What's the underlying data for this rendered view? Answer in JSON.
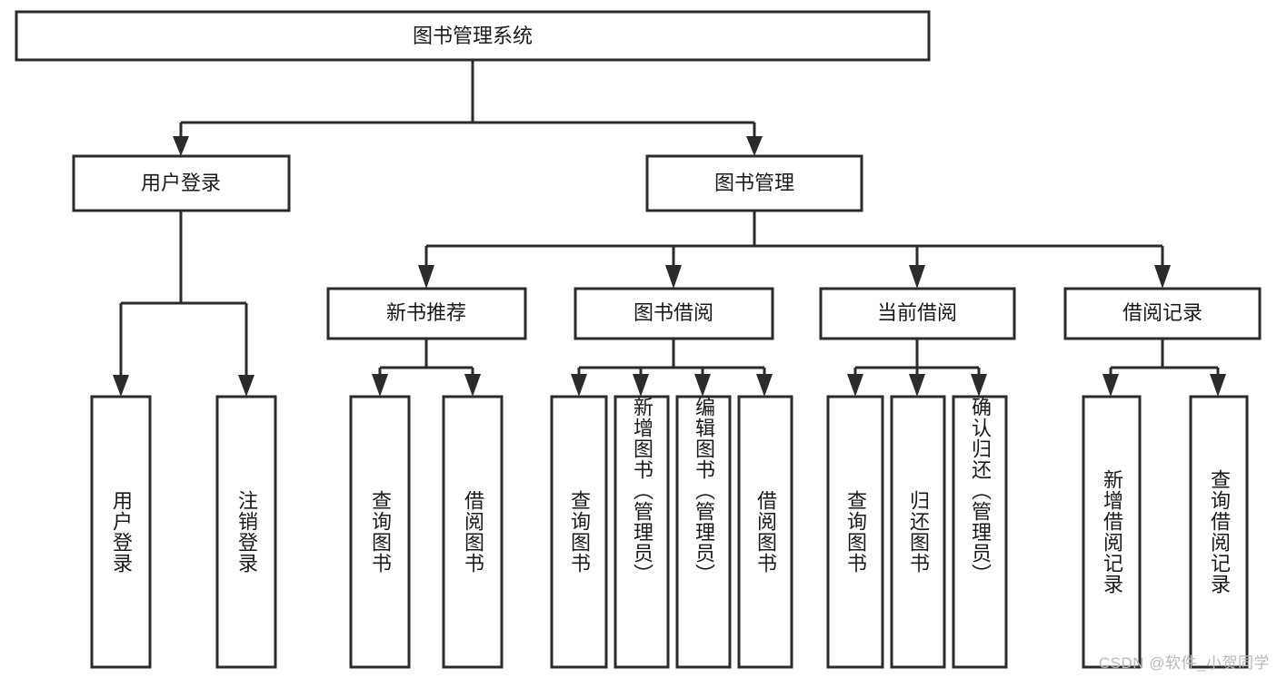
{
  "diagram": {
    "title_node": {
      "label": "图书管理系统"
    },
    "colors": {
      "stroke": "#2b2b2b",
      "box_fill": "#ffffff",
      "text": "#1a1a1a",
      "background": "#ffffff",
      "watermark": "#b9b9b9"
    },
    "level2": [
      {
        "id": "user-login",
        "label": "用户登录"
      },
      {
        "id": "book-management",
        "label": "图书管理"
      }
    ],
    "level3": [
      {
        "id": "new-book-recommend",
        "label": "新书推荐"
      },
      {
        "id": "book-borrow",
        "label": "图书借阅"
      },
      {
        "id": "current-borrow",
        "label": "当前借阅"
      },
      {
        "id": "borrow-record",
        "label": "借阅记录"
      }
    ],
    "leaves": {
      "user_login": [
        {
          "id": "leaf-user-login",
          "label": "用户登录"
        },
        {
          "id": "leaf-logout-login",
          "label": "注销登录"
        }
      ],
      "new_book_recommend": [
        {
          "id": "leaf-query-book-1",
          "label": "查询图书"
        },
        {
          "id": "leaf-borrow-book-1",
          "label": "借阅图书"
        }
      ],
      "book_borrow": [
        {
          "id": "leaf-query-book-2",
          "label": "查询图书"
        },
        {
          "id": "leaf-add-book",
          "label": "新增图书（管理员）"
        },
        {
          "id": "leaf-edit-book",
          "label": "编辑图书（管理员）"
        },
        {
          "id": "leaf-borrow-book-2",
          "label": "借阅图书"
        }
      ],
      "current_borrow": [
        {
          "id": "leaf-query-book-3",
          "label": "查询图书"
        },
        {
          "id": "leaf-return-book",
          "label": "归还图书"
        },
        {
          "id": "leaf-confirm-return",
          "label": "确认归还（管理员）"
        }
      ],
      "borrow_record": [
        {
          "id": "leaf-add-record",
          "label": "新增借阅记录"
        },
        {
          "id": "leaf-query-record",
          "label": "查询借阅记录"
        }
      ]
    },
    "watermark": {
      "text": "CSDN @软件_小贺同学"
    }
  },
  "chart_data": {
    "type": "table",
    "title": "图书管理系统 功能结构图",
    "root": "图书管理系统",
    "tree": [
      {
        "name": "用户登录",
        "children": [
          "用户登录",
          "注销登录"
        ]
      },
      {
        "name": "图书管理",
        "children": [
          {
            "name": "新书推荐",
            "children": [
              "查询图书",
              "借阅图书"
            ]
          },
          {
            "name": "图书借阅",
            "children": [
              "查询图书",
              "新增图书（管理员）",
              "编辑图书（管理员）",
              "借阅图书"
            ]
          },
          {
            "name": "当前借阅",
            "children": [
              "查询图书",
              "归还图书",
              "确认归还（管理员）"
            ]
          },
          {
            "name": "借阅记录",
            "children": [
              "新增借阅记录",
              "查询借阅记录"
            ]
          }
        ]
      }
    ]
  }
}
